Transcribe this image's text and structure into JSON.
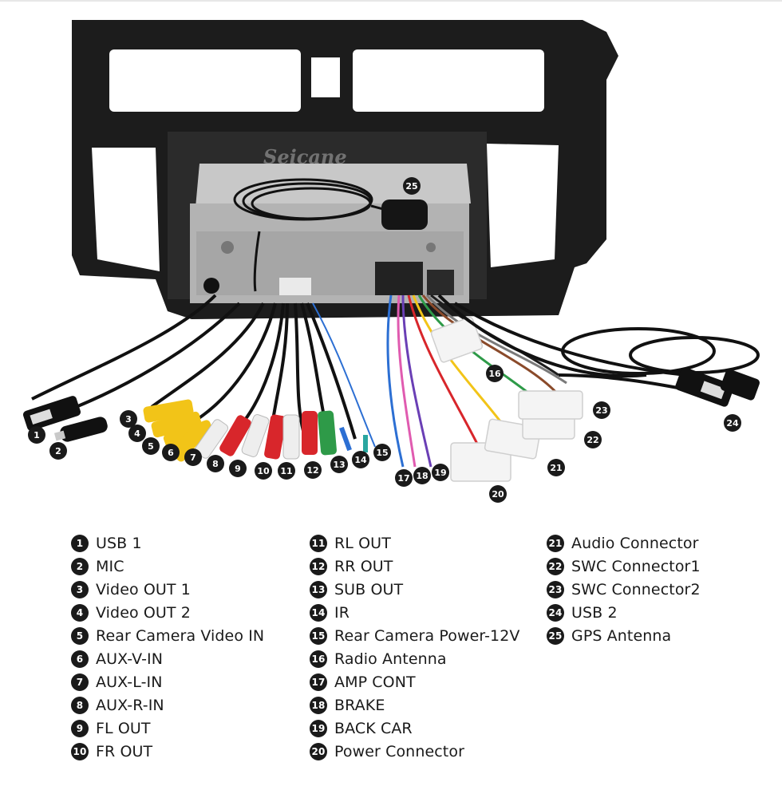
{
  "watermark": "Seicane",
  "colors": {
    "badge": "#1a1a1a",
    "frame": "#1c1c1c",
    "metal": "#b8b8b8",
    "rca_yellow": "#f2c418",
    "rca_red": "#d8262b",
    "rca_white": "#eeeeee",
    "rca_green": "#2e9a48",
    "connector": "#f4f4f4"
  },
  "callouts": [
    "1",
    "2",
    "3",
    "4",
    "5",
    "6",
    "7",
    "8",
    "9",
    "10",
    "11",
    "12",
    "13",
    "14",
    "15",
    "16",
    "17",
    "18",
    "19",
    "20",
    "21",
    "22",
    "23",
    "24",
    "25"
  ],
  "legend": {
    "col1": [
      {
        "num": "1",
        "label": "USB 1"
      },
      {
        "num": "2",
        "label": "MIC"
      },
      {
        "num": "3",
        "label": "Video OUT 1"
      },
      {
        "num": "4",
        "label": "Video OUT 2"
      },
      {
        "num": "5",
        "label": "Rear Camera Video IN"
      },
      {
        "num": "6",
        "label": "AUX-V-IN"
      },
      {
        "num": "7",
        "label": "AUX-L-IN"
      },
      {
        "num": "8",
        "label": "AUX-R-IN"
      },
      {
        "num": "9",
        "label": "FL OUT"
      },
      {
        "num": "10",
        "label": "FR OUT"
      }
    ],
    "col2": [
      {
        "num": "11",
        "label": "RL OUT"
      },
      {
        "num": "12",
        "label": "RR OUT"
      },
      {
        "num": "13",
        "label": "SUB OUT"
      },
      {
        "num": "14",
        "label": "IR"
      },
      {
        "num": "15",
        "label": "Rear Camera Power-12V"
      },
      {
        "num": "16",
        "label": "Radio Antenna"
      },
      {
        "num": "17",
        "label": "AMP CONT"
      },
      {
        "num": "18",
        "label": "BRAKE"
      },
      {
        "num": "19",
        "label": "BACK CAR"
      },
      {
        "num": "20",
        "label": "Power Connector"
      }
    ],
    "col3": [
      {
        "num": "21",
        "label": "Audio Connector"
      },
      {
        "num": "22",
        "label": "SWC Connector1"
      },
      {
        "num": "23",
        "label": "SWC Connector2"
      },
      {
        "num": "24",
        "label": "USB 2"
      },
      {
        "num": "25",
        "label": "GPS Antenna"
      }
    ]
  }
}
